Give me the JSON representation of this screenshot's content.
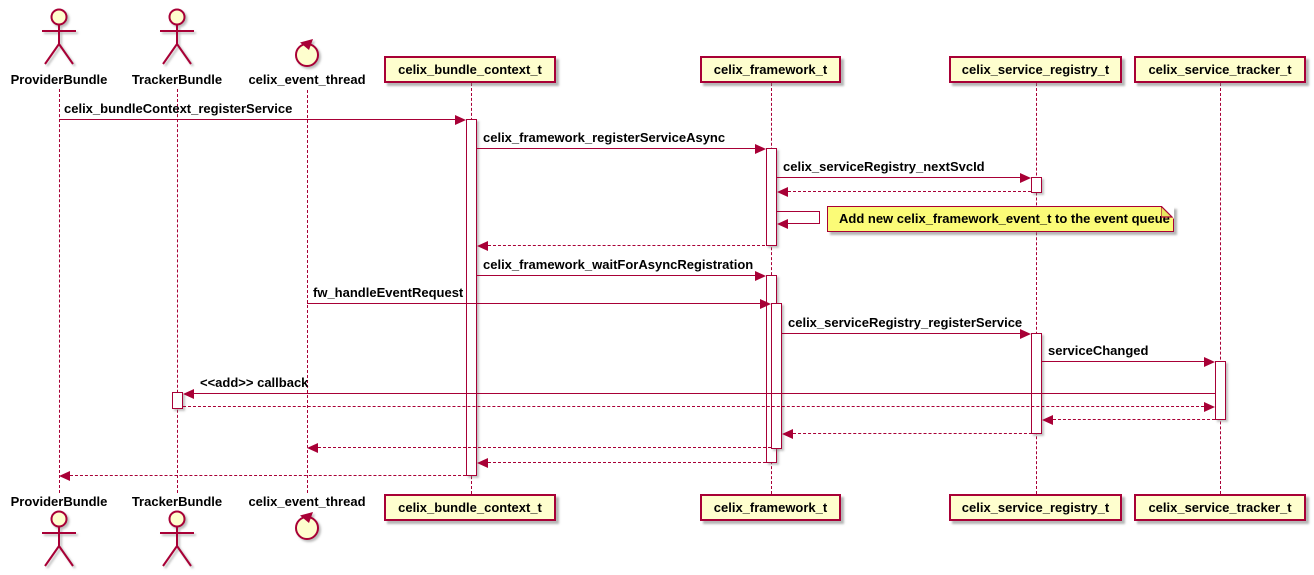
{
  "diagram_type": "uml-sequence",
  "colors": {
    "accent": "#A80036",
    "participant_fill": "#FEFECE",
    "note_fill": "#FBFB77",
    "activation_fill": "#FFFFFF",
    "text": "#000000"
  },
  "actors": [
    {
      "label": "ProviderBundle"
    },
    {
      "label": "TrackerBundle"
    }
  ],
  "control": {
    "label": "celix_event_thread"
  },
  "participants": [
    {
      "label": "celix_bundle_context_t"
    },
    {
      "label": "celix_framework_t"
    },
    {
      "label": "celix_service_registry_t"
    },
    {
      "label": "celix_service_tracker_t"
    }
  ],
  "calls": [
    {
      "label": "celix_bundleContext_registerService",
      "from": "ProviderBundle",
      "to": "celix_bundle_context_t"
    },
    {
      "label": "celix_framework_registerServiceAsync",
      "from": "celix_bundle_context_t",
      "to": "celix_framework_t"
    },
    {
      "label": "celix_serviceRegistry_nextSvcId",
      "from": "celix_framework_t",
      "to": "celix_service_registry_t"
    },
    {
      "label": "celix_framework_waitForAsyncRegistration",
      "from": "celix_bundle_context_t",
      "to": "celix_framework_t"
    },
    {
      "label": "fw_handleEventRequest",
      "from": "celix_event_thread",
      "to": "celix_framework_t"
    },
    {
      "label": "celix_serviceRegistry_registerService",
      "from": "celix_framework_t",
      "to": "celix_service_registry_t"
    },
    {
      "label": "serviceChanged",
      "from": "celix_service_registry_t",
      "to": "celix_service_tracker_t"
    },
    {
      "label": "<<add>> callback",
      "from": "celix_service_tracker_t",
      "to": "TrackerBundle"
    }
  ],
  "self_message": {
    "from": "celix_framework_t",
    "note": "Add new celix_framework_event_t to the event queue"
  },
  "returns": [
    {
      "from": "celix_service_registry_t",
      "to": "celix_framework_t"
    },
    {
      "from": "celix_framework_t",
      "to": "celix_bundle_context_t"
    },
    {
      "from": "TrackerBundle",
      "to": "celix_service_tracker_t"
    },
    {
      "from": "celix_service_tracker_t",
      "to": "celix_service_registry_t"
    },
    {
      "from": "celix_service_registry_t",
      "to": "celix_framework_t"
    },
    {
      "from": "celix_framework_t",
      "to": "celix_event_thread"
    },
    {
      "from": "celix_framework_t",
      "to": "celix_bundle_context_t"
    },
    {
      "from": "celix_bundle_context_t",
      "to": "ProviderBundle"
    }
  ]
}
